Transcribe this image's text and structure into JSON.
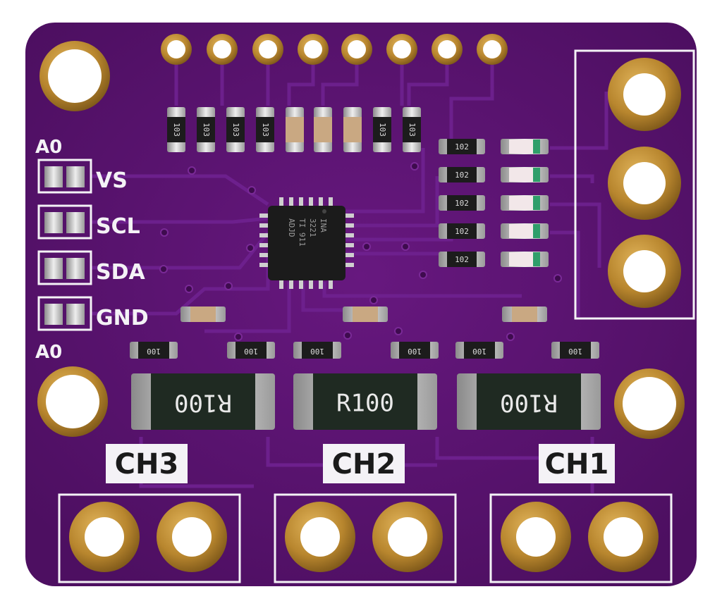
{
  "board": {
    "pin_labels": [
      "VS",
      "SCL",
      "SDA",
      "GND"
    ],
    "address_labels": [
      "A0",
      "A0"
    ],
    "channels": [
      "CH3",
      "CH2",
      "CH1"
    ],
    "ic": {
      "line1": "INA",
      "line2": "3221",
      "line3": "TI 911",
      "line4": "ADJD"
    },
    "shunt_label": "R100",
    "top_resistor_codes": [
      "103",
      "103",
      "103",
      "103",
      "",
      "",
      "",
      "103",
      "103"
    ],
    "led_resistor_code": "102",
    "bottom_resistor_code": "100",
    "colors": {
      "pcb": "#5b1470",
      "pad_gold": "#b8862e",
      "silkscreen": "#f4f2f6",
      "shunt_body": "#1f2a22"
    }
  }
}
